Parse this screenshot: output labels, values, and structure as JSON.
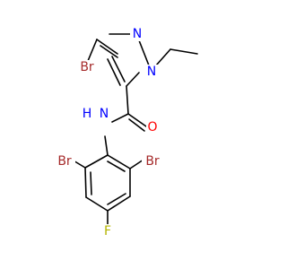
{
  "molecule": {
    "atoms": [
      {
        "id": "N1",
        "label": "N",
        "color": "#0000ff"
      },
      {
        "id": "N2",
        "label": "N",
        "color": "#0000ff"
      },
      {
        "id": "Br1",
        "label": "Br",
        "color": "#a52a2a"
      },
      {
        "id": "NH",
        "label": "H",
        "color": "#0000ff"
      },
      {
        "id": "NH_N",
        "label": "N",
        "color": "#0000ff"
      },
      {
        "id": "O",
        "label": "O",
        "color": "#ff0000"
      },
      {
        "id": "Br2",
        "label": "Br",
        "color": "#a52a2a"
      },
      {
        "id": "Br3",
        "label": "Br",
        "color": "#a52a2a"
      },
      {
        "id": "F",
        "label": "F",
        "color": "#b4b400"
      }
    ],
    "bond_color": "#000000"
  }
}
